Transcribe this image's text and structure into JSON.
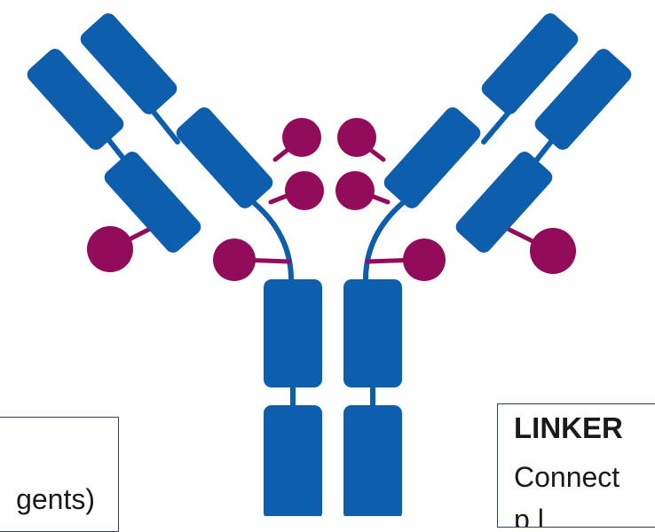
{
  "colors": {
    "antibody": "#0d5eac",
    "payload": "#930b5b",
    "box_border": "#2e3e5c"
  },
  "callouts": {
    "left": {
      "body": "gents)"
    },
    "right": {
      "title": "LINKER",
      "body": "Connect",
      "body_line2": "p   l  "
    }
  }
}
